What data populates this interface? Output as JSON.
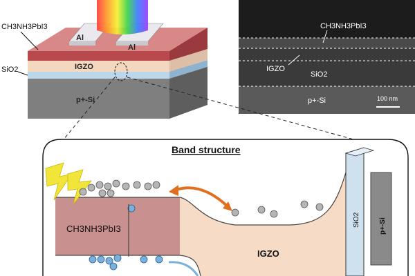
{
  "device": {
    "label_perovskite": "CH3NH3PbI3",
    "label_sio2": "SiO2",
    "electrode_left": "Al",
    "electrode_right": "Al",
    "label_igzo": "IGZO",
    "label_substrate": "p+-Si"
  },
  "sem": {
    "label_perovskite": "CH3NH3PbI3",
    "label_igzo": "IGZO",
    "label_sio2": "SiO2",
    "label_substrate": "p+-Si",
    "scale_bar": "100 nm"
  },
  "band": {
    "title": "Band structure",
    "label_perovskite": "CH3NH3PbI3",
    "label_igzo": "IGZO",
    "label_sio2": "SiO2",
    "label_substrate": "p+-Si"
  },
  "colors": {
    "perovskite_layer": "#c0565a",
    "igzo_layer": "#f3d7bf",
    "sio2_layer": "#bcd6ea",
    "substrate": "#8a8a8a",
    "perovskite_band": "#c99090",
    "igzo_band": "#f6dcc7",
    "arrow": "#e07020",
    "light_bolt": "#f2e53a"
  }
}
